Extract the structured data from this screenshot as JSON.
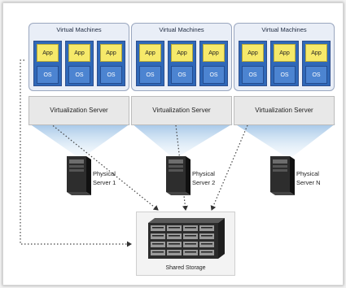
{
  "panels": [
    {
      "title": "Virtual Machines",
      "vms": [
        {
          "app": "App",
          "os": "OS"
        },
        {
          "app": "App",
          "os": "OS"
        },
        {
          "app": "App",
          "os": "OS"
        }
      ],
      "virtualization": "Virtualization Server",
      "server_line1": "Physical",
      "server_line2": "Server 1"
    },
    {
      "title": "Virtual Machines",
      "vms": [
        {
          "app": "App",
          "os": "OS"
        },
        {
          "app": "App",
          "os": "OS"
        },
        {
          "app": "App",
          "os": "OS"
        }
      ],
      "virtualization": "Virtualization Server",
      "server_line1": "Physical",
      "server_line2": "Server 2"
    },
    {
      "title": "Virtual Machines",
      "vms": [
        {
          "app": "App",
          "os": "OS"
        },
        {
          "app": "App",
          "os": "OS"
        },
        {
          "app": "App",
          "os": "OS"
        }
      ],
      "virtualization": "Virtualization Server",
      "server_line1": "Physical",
      "server_line2": "Server N"
    }
  ],
  "storage": {
    "label": "Shared Storage"
  },
  "colors": {
    "app_box": "#f6e96a",
    "os_box": "#4c84d1",
    "vm_container": "#2f68b8",
    "panel_bg": "#e9eef7",
    "beam": "#a9cbea"
  },
  "icons": [
    "physical-server-icon",
    "storage-array-icon"
  ]
}
